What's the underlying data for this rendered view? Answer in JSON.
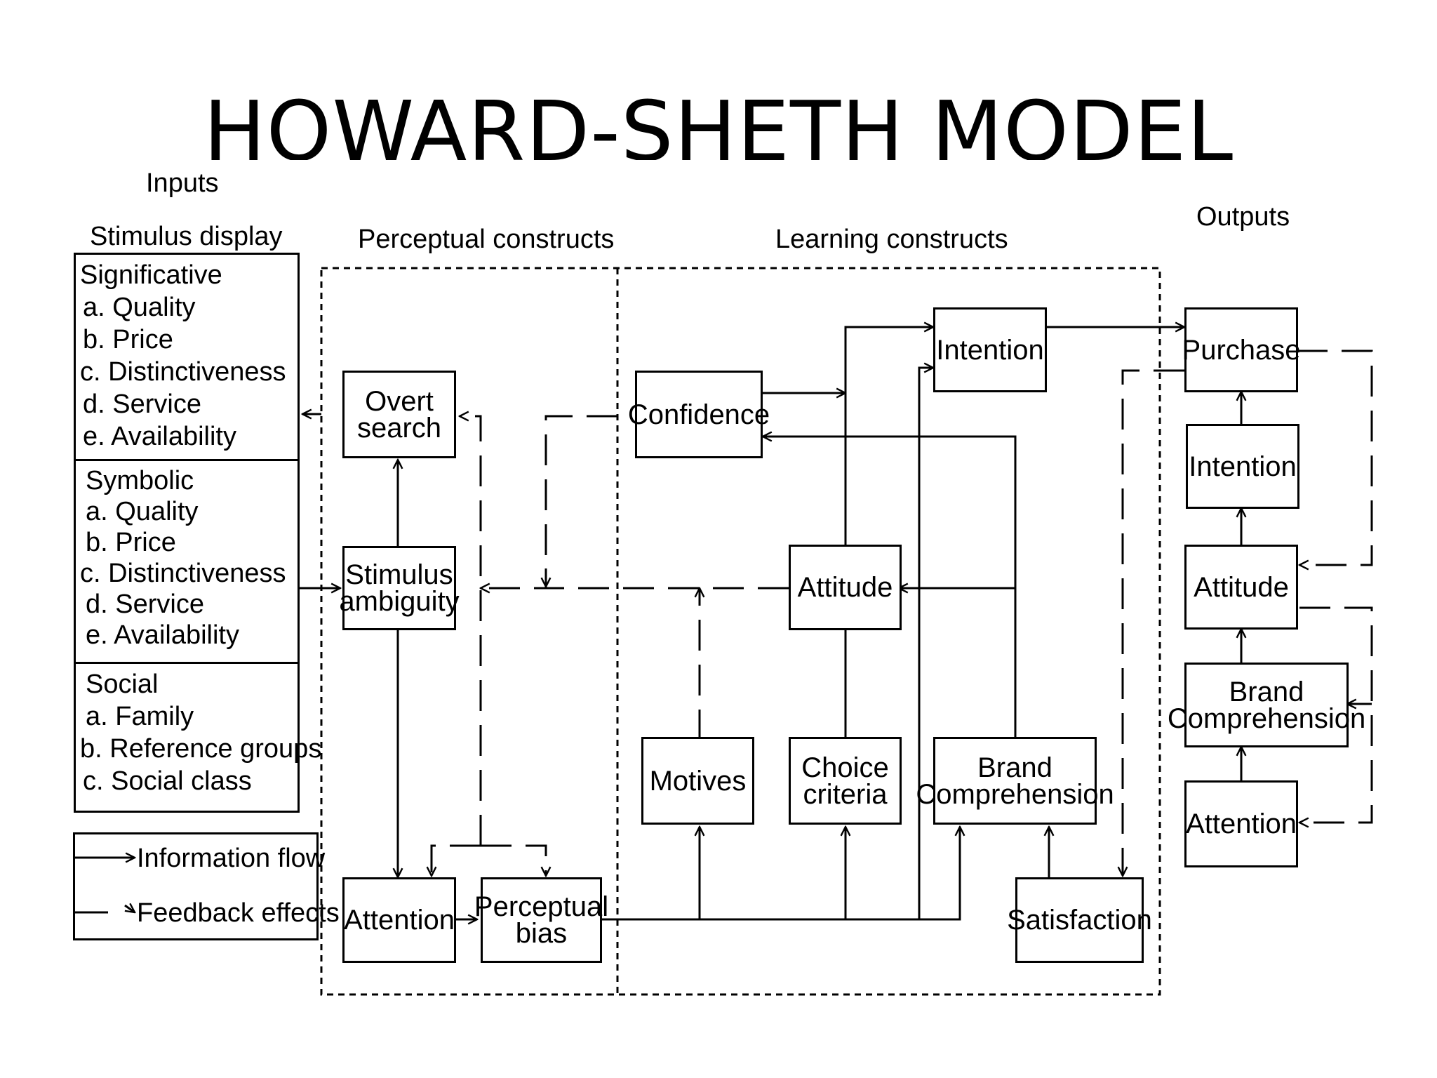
{
  "title": "HOWARD-SHETH MODEL",
  "labels": {
    "inputs": "Inputs",
    "stimulus_display": "Stimulus display",
    "perceptual_constructs": "Perceptual constructs",
    "learning_constructs": "Learning constructs",
    "outputs": "Outputs"
  },
  "stimulus": {
    "significative": {
      "heading": "Significative",
      "items": [
        "a. Quality",
        "b. Price",
        "c. Distinctiveness",
        "d. Service",
        "e. Availability"
      ]
    },
    "symbolic": {
      "heading": "Symbolic",
      "items": [
        "a. Quality",
        "b. Price",
        "c. Distinctiveness",
        "d. Service",
        "e. Availability"
      ]
    },
    "social": {
      "heading": "Social",
      "items": [
        "a. Family",
        "b. Reference groups",
        "c. Social class"
      ]
    }
  },
  "perceptual": {
    "overt_search": [
      "Overt",
      "search"
    ],
    "stimulus_ambiguity": [
      "Stimulus",
      "ambiguity"
    ],
    "attention": "Attention",
    "perceptual_bias": [
      "Perceptual",
      "bias"
    ]
  },
  "learning": {
    "confidence": "Confidence",
    "intention": "Intention",
    "attitude": "Attitude",
    "motives": "Motives",
    "choice_criteria": [
      "Choice",
      "criteria"
    ],
    "brand_comprehension": [
      "Brand",
      "Comprehension"
    ],
    "satisfaction": "Satisfaction"
  },
  "outputs": {
    "purchase": "Purchase",
    "intention": "Intention",
    "attitude": "Attitude",
    "brand_comprehension": [
      "Brand",
      "Comprehension"
    ],
    "attention": "Attention"
  },
  "legend": {
    "information_flow": "Information flow",
    "feedback_effects": "Feedback effects"
  }
}
